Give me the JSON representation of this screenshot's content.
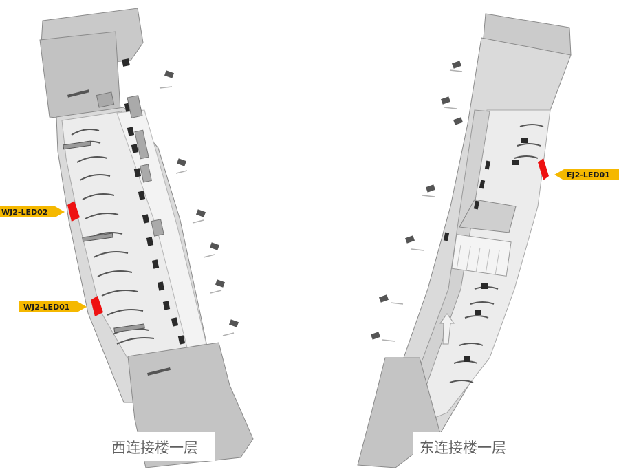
{
  "labels": {
    "wj2_led02": "WJ2-LED02",
    "wj2_led01": "WJ2-LED01",
    "ej2_led01": "EJ2-LED01"
  },
  "captions": {
    "west": "西连接楼一层",
    "east": "东连接楼一层"
  },
  "colors": {
    "tag_fill": "#f5b800",
    "marker_fill": "#ee1111",
    "building_fill": "#c4c4c4",
    "floor_fill": "#ececec",
    "wall_dark": "#2a2a2a"
  }
}
